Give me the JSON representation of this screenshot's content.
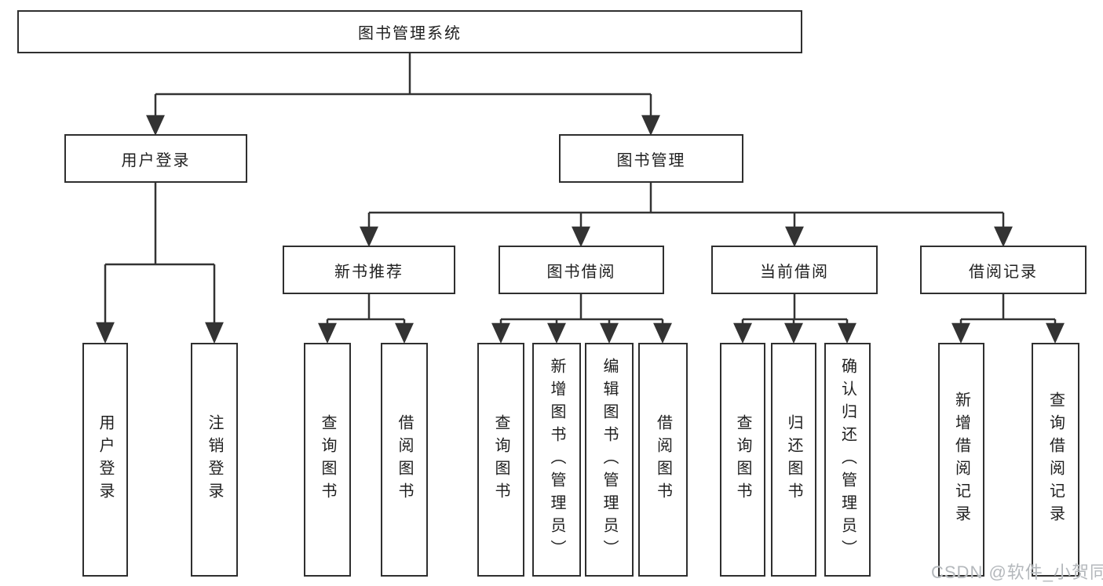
{
  "diagram": {
    "root": {
      "label": "图书管理系统"
    },
    "level2": [
      {
        "label": "用户登录"
      },
      {
        "label": "图书管理"
      }
    ],
    "level3": [
      {
        "label": "新书推荐"
      },
      {
        "label": "图书借阅"
      },
      {
        "label": "当前借阅"
      },
      {
        "label": "借阅记录"
      }
    ],
    "leaves": [
      {
        "label": "用户登录"
      },
      {
        "label": "注销登录"
      },
      {
        "label": "查询图书"
      },
      {
        "label": "借阅图书"
      },
      {
        "label": "查询图书"
      },
      {
        "label": "新增图书（管理员）"
      },
      {
        "label": "编辑图书（管理员）"
      },
      {
        "label": "借阅图书"
      },
      {
        "label": "查询图书"
      },
      {
        "label": "归还图书"
      },
      {
        "label": "确认归还（管理员）"
      },
      {
        "label": "新增借阅记录"
      },
      {
        "label": "查询借阅记录"
      }
    ],
    "watermark": "CSDN @软件_小贺同学",
    "colors": {
      "line": "#333333",
      "border": "#2f2f2f",
      "text": "#1f1f1f",
      "watermark": "#b4b8bc",
      "background": "#ffffff"
    }
  }
}
